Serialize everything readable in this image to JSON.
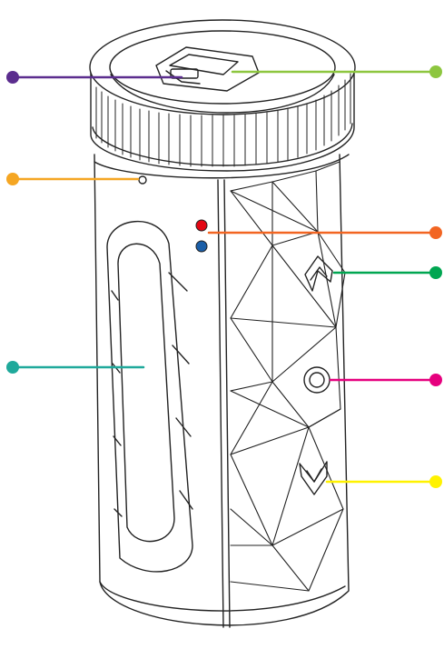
{
  "callouts": [
    {
      "id": "usb-port-cover",
      "color": "#5b2d8e"
    },
    {
      "id": "cap-display",
      "color": "#8dc63f"
    },
    {
      "id": "microphone",
      "color": "#f5a623"
    },
    {
      "id": "status-leds",
      "color": "#f26522"
    },
    {
      "id": "volume-up-button",
      "color": "#00a651"
    },
    {
      "id": "play-pause-button",
      "color": "#e6007e"
    },
    {
      "id": "volume-down-button",
      "color": "#fff200"
    },
    {
      "id": "grip-panel",
      "color": "#1fa99b"
    }
  ],
  "leds": [
    {
      "id": "red-led",
      "color": "#e30613"
    },
    {
      "id": "blue-led",
      "color": "#1a5ea8"
    }
  ]
}
